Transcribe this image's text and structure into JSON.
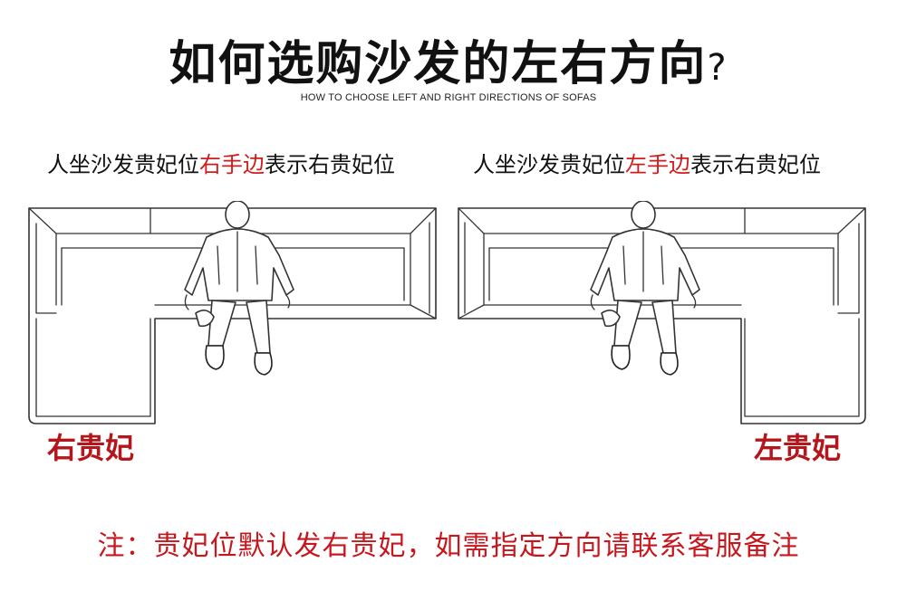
{
  "title": {
    "text": "如何选购沙发的左右方向",
    "suffix": "?"
  },
  "subtitle": "HOW TO CHOOSE LEFT AND RIGHT DIRECTIONS OF SOFAS",
  "left_panel": {
    "caption_prefix": "人坐沙发贵妃位",
    "caption_highlight": "右手边",
    "caption_suffix": "表示右贵妃位",
    "badge": "右贵妃"
  },
  "right_panel": {
    "caption_prefix": "人坐沙发贵妃位",
    "caption_highlight": "左手边",
    "caption_suffix": "表示右贵妃位",
    "badge": "左贵妃"
  },
  "note": "注：贵妃位默认发右贵妃，如需指定方向请联系客服备注",
  "colors": {
    "highlight": "#d11c1c",
    "badge": "#b5161b",
    "note": "#c8161d",
    "line": "#333333"
  },
  "icons": [
    "sofa-drawing",
    "seated-person-figure"
  ]
}
